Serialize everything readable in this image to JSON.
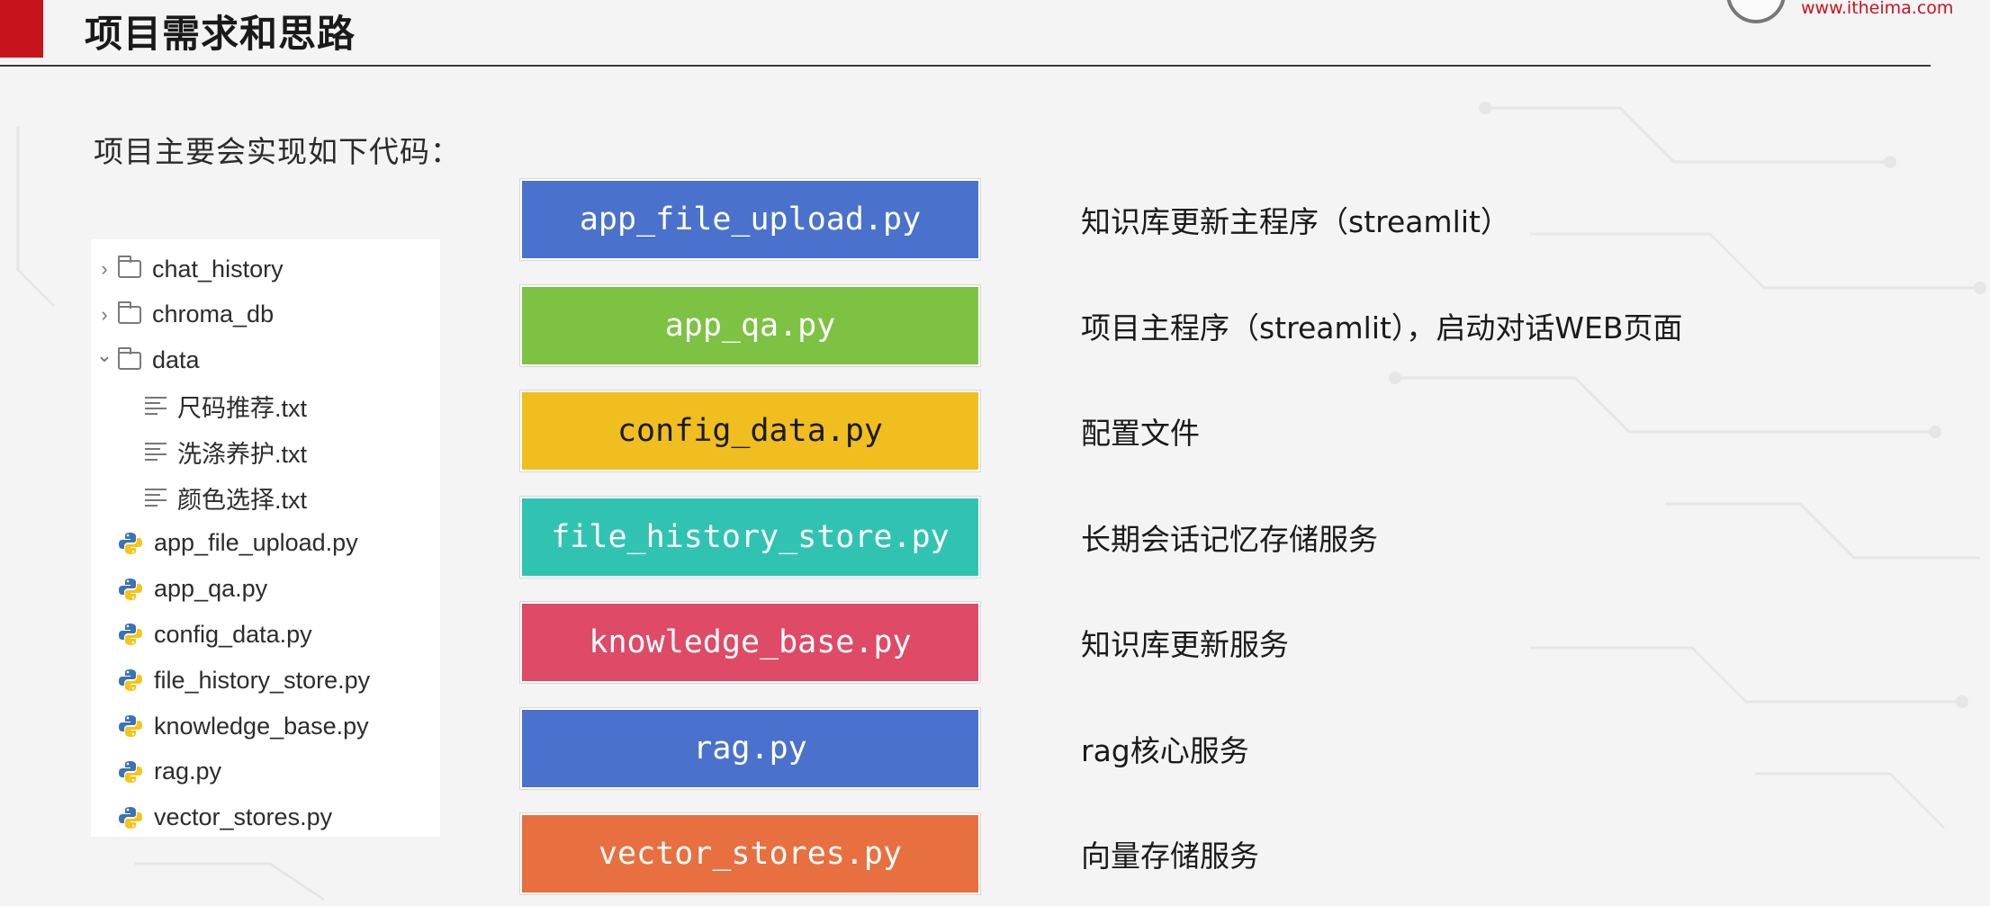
{
  "header": {
    "title": "项目需求和思路",
    "site_url": "www.itheima.com",
    "accent_color": "#c8131d"
  },
  "intro": "项目主要会实现如下代码：",
  "file_tree": [
    {
      "type": "folder",
      "expanded": false,
      "label": "chat_history",
      "icon": "folder-icon"
    },
    {
      "type": "folder",
      "expanded": false,
      "label": "chroma_db",
      "icon": "folder-icon"
    },
    {
      "type": "folder",
      "expanded": true,
      "label": "data",
      "icon": "folder-icon"
    },
    {
      "type": "text",
      "label": "尺码推荐.txt",
      "icon": "text-file-icon"
    },
    {
      "type": "text",
      "label": "洗涤养护.txt",
      "icon": "text-file-icon"
    },
    {
      "type": "text",
      "label": "颜色选择.txt",
      "icon": "text-file-icon"
    },
    {
      "type": "python",
      "label": "app_file_upload.py",
      "icon": "python-icon"
    },
    {
      "type": "python",
      "label": "app_qa.py",
      "icon": "python-icon"
    },
    {
      "type": "python",
      "label": "config_data.py",
      "icon": "python-icon"
    },
    {
      "type": "python",
      "label": "file_history_store.py",
      "icon": "python-icon"
    },
    {
      "type": "python",
      "label": "knowledge_base.py",
      "icon": "python-icon"
    },
    {
      "type": "python",
      "label": "rag.py",
      "icon": "python-icon"
    },
    {
      "type": "python",
      "label": "vector_stores.py",
      "icon": "python-icon"
    }
  ],
  "code_files": [
    {
      "name": "app_file_upload.py",
      "description": "知识库更新主程序（streamlit）",
      "color": "#4a72cc",
      "text_color": "#ffffff"
    },
    {
      "name": "app_qa.py",
      "description": "项目主程序（streamlit），启动对话WEB页面",
      "color": "#7dc242",
      "text_color": "#ffffff"
    },
    {
      "name": "config_data.py",
      "description": "配置文件",
      "color": "#f0be1e",
      "text_color": "#1a1a1a"
    },
    {
      "name": "file_history_store.py",
      "description": "长期会话记忆存储服务",
      "color": "#30c3b2",
      "text_color": "#ffffff"
    },
    {
      "name": "knowledge_base.py",
      "description": "知识库更新服务",
      "color": "#df4a66",
      "text_color": "#ffffff"
    },
    {
      "name": "rag.py",
      "description": "rag核心服务",
      "color": "#4a72cc",
      "text_color": "#ffffff"
    },
    {
      "name": "vector_stores.py",
      "description": "向量存储服务",
      "color": "#e87040",
      "text_color": "#ffffff"
    }
  ]
}
